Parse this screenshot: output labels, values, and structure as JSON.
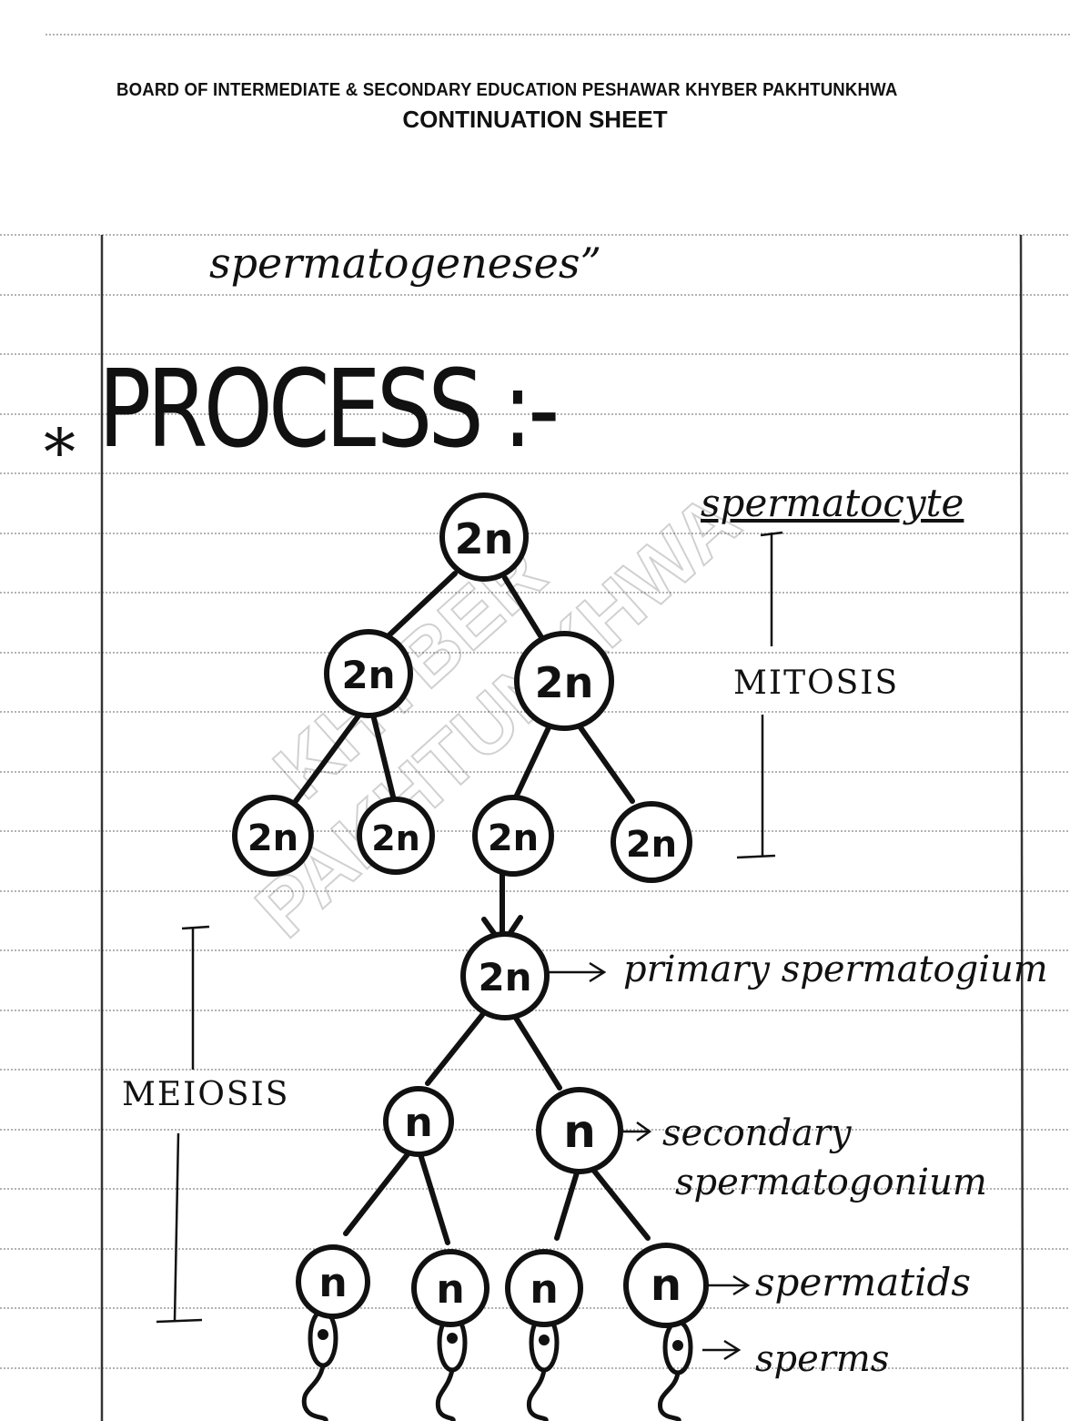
{
  "header": {
    "board": "BOARD OF INTERMEDIATE & SECONDARY EDUCATION PESHAWAR KHYBER PAKHTUNKHWA",
    "sheet": "CONTINUATION SHEET"
  },
  "heading": {
    "topic": "spermatogeneses”",
    "process": "PROCESS :-",
    "bullet": "*"
  },
  "labels": {
    "spermatocyte": "spermatocyte",
    "mitosis": "MITOSIS",
    "meiosis": "MEIOSIS",
    "primary": "primary spermatogium",
    "secondary_1": "secondary",
    "secondary_2": "spermatogonium",
    "spermatids": "spermatids",
    "sperms": "sperms"
  },
  "nodes": {
    "diploid": "2n",
    "haploid": "n"
  },
  "watermark": {
    "line1": "KHYBER",
    "line2": "PAKHTUNKHWA"
  },
  "colors": {
    "ink": "#111111",
    "ruled_line": "#9a9a9a",
    "margin_line": "#333333"
  }
}
